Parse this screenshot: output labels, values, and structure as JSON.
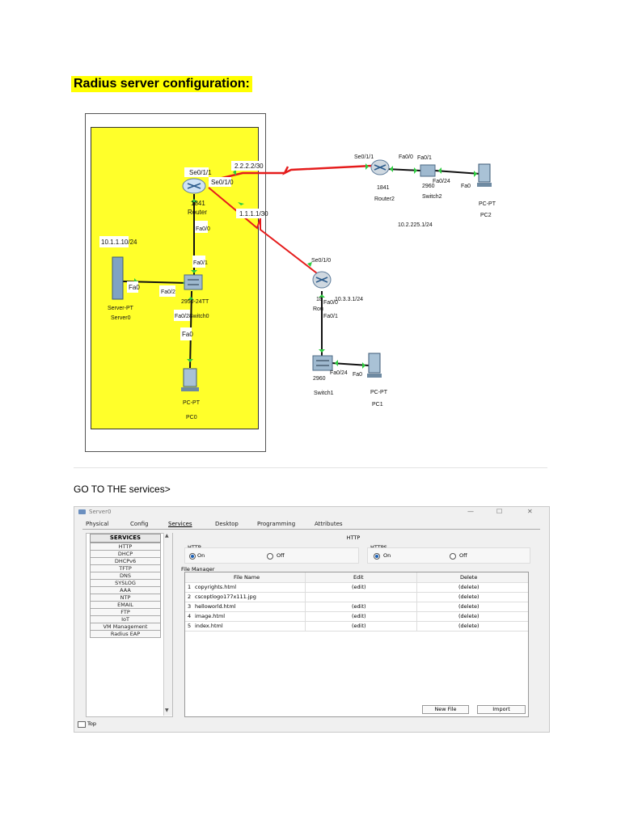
{
  "heading": "Radius server configuration:",
  "diagram": {
    "server": {
      "label1": "Server-PT",
      "label2": "Server0",
      "ip": "10.1.1.10/24",
      "port": "Fa0"
    },
    "router1": {
      "label_top": "Se0/1/1",
      "label_se": "Se0/1/0",
      "model": "1841",
      "name": "Router",
      "fa0": "Fa0/0"
    },
    "switch0": {
      "model": "2950-24TT",
      "name": "Switch0",
      "fa1": "Fa0/1",
      "fa2": "Fa0/2",
      "fa24": "Fa0/24"
    },
    "pc0": {
      "label1": "PC-PT",
      "label2": "PC0",
      "port": "Fa0"
    },
    "link_top_ip": "2.2.2.2/30",
    "link_mid_ip": "1.1.1.1/30",
    "router2": {
      "se": "Se0/1/1",
      "fa": "Fa0/0",
      "model": "1841",
      "name": "Router2"
    },
    "switch2": {
      "fa1": "Fa0/1",
      "fa24": "Fa0/24",
      "model": "2960",
      "name": "Switch2"
    },
    "pc2": {
      "port": "Fa0",
      "label1": "PC-PT",
      "label2": "PC2"
    },
    "net2_ip": "10.2.225.1/24",
    "router3": {
      "se": "Se0/1/0",
      "fa": "Fa0/0",
      "fa1": "Fa0/1",
      "ip": "10.3.3.1/24",
      "model": "18",
      "name": "Rou"
    },
    "switch1": {
      "fa24": "Fa0/24",
      "model": "2960",
      "name": "Switch1"
    },
    "pc1": {
      "port": "Fa0",
      "label1": "PC-PT",
      "label2": "PC1"
    },
    "colors": {
      "yellow": "#ffff2a",
      "serial": "#e51c1c",
      "ethernet": "#111111",
      "port_up": "#2ecc40"
    }
  },
  "step": "GO TO THE services>",
  "window": {
    "title": "Server0",
    "controls": {
      "minimize": "—",
      "maximize": "☐",
      "close": "✕"
    },
    "tabs": [
      "Physical",
      "Config",
      "Services",
      "Desktop",
      "Programming",
      "Attributes"
    ],
    "active_tab": "Services",
    "services_header": "SERVICES",
    "services": [
      "HTTP",
      "DHCP",
      "DHCPv6",
      "TFTP",
      "DNS",
      "SYSLOG",
      "AAA",
      "NTP",
      "EMAIL",
      "FTP",
      "IoT",
      "VM Management",
      "Radius EAP"
    ],
    "panel_title": "HTTP",
    "http": {
      "label": "HTTP",
      "on": "On",
      "off": "Off",
      "selected": "On"
    },
    "https": {
      "label": "HTTPS",
      "on": "On",
      "off": "Off",
      "selected": "On"
    },
    "file_manager": {
      "label": "File Manager",
      "columns": [
        "File Name",
        "Edit",
        "Delete"
      ],
      "rows": [
        {
          "n": "1",
          "name": "copyrights.html",
          "edit": "(edit)",
          "del": "(delete)"
        },
        {
          "n": "2",
          "name": "cscoptlogo177x111.jpg",
          "edit": "",
          "del": "(delete)"
        },
        {
          "n": "3",
          "name": "helloworld.html",
          "edit": "(edit)",
          "del": "(delete)"
        },
        {
          "n": "4",
          "name": "image.html",
          "edit": "(edit)",
          "del": "(delete)"
        },
        {
          "n": "5",
          "name": "index.html",
          "edit": "(edit)",
          "del": "(delete)"
        }
      ]
    },
    "buttons": {
      "new_file": "New File",
      "import": "Import"
    },
    "top_label": "Top"
  }
}
